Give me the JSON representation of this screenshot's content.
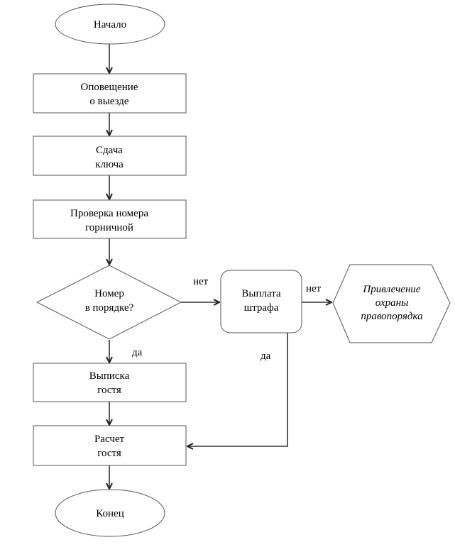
{
  "nodes": {
    "start": "Начало",
    "notify": [
      "Оповещение",
      "о выезде"
    ],
    "key": [
      "Сдача",
      "ключа"
    ],
    "check": [
      "Проверка номера",
      "горничной"
    ],
    "decision": [
      "Номер",
      "в порядке?"
    ],
    "fine": [
      "Выплата",
      "штрафа"
    ],
    "police": [
      "Привлечение",
      "охраны",
      "правопорядка"
    ],
    "checkout": [
      "Выписка",
      "гостя"
    ],
    "settlement": [
      "Расчет",
      "гостя"
    ],
    "end": "Конец"
  },
  "edges": {
    "decision_no": "нет",
    "decision_yes": "да",
    "fine_no": "нет",
    "fine_yes": "да"
  }
}
